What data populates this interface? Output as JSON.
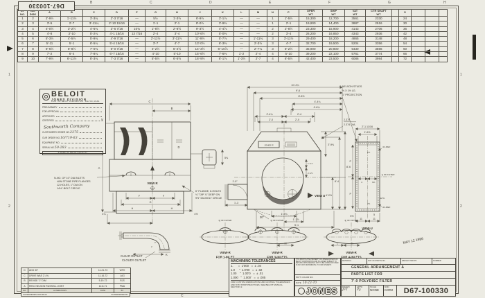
{
  "sheet": {
    "flipped_number": "D67-100330",
    "zones_top": [
      "A",
      "B",
      "C",
      "D",
      "E",
      "F",
      "G",
      "H"
    ],
    "zones_bottom": [
      "A",
      "B",
      "C",
      "D",
      "E",
      "F",
      "G",
      "H"
    ],
    "zones_left": [
      "1",
      "2"
    ],
    "zones_right": [
      "1",
      "2"
    ]
  },
  "table": {
    "headers": [
      "GP\nNO.",
      "NO.\nDISK",
      "A",
      "B",
      "C",
      "D",
      "F",
      "G",
      "H",
      "J",
      "K",
      "L",
      "M",
      "N",
      "P",
      "OPER\nWT",
      "SHIP\nWT",
      "VAT\nWT",
      "CTR SHAFT\nWT",
      "",
      "S",
      "",
      "",
      ""
    ],
    "rows": [
      [
        "1",
        "2",
        "2'-9½",
        "1'-11½",
        "3'-3¾",
        "2'-3 7/16",
        "—",
        "5½",
        "1'-3½",
        "6'-9½",
        "3'-1⅞",
        "—",
        "—",
        "1",
        "1'-5½",
        "15,300",
        "12,700",
        "3561",
        "2330",
        "",
        "24",
        "",
        "",
        ""
      ],
      [
        "2",
        "3",
        "3'-5",
        "2'-7",
        "3'-11¼",
        "2'-10 15/16",
        "—",
        "1'-1",
        "2'-1",
        "8'-0½",
        "3'-9⅜",
        "—",
        "—",
        "1",
        "2'-1",
        "19,900",
        "14,400",
        "3887",
        "2516",
        "",
        "30",
        "",
        "",
        ""
      ],
      [
        "3",
        "4",
        "4'-0½",
        "3'-2½",
        "4'-6¾",
        "3'-6 7/16",
        "10¾",
        "1'-8½",
        "2'-8½",
        "9'-3½",
        "4'-4⅞",
        "—",
        "—",
        "2",
        "2'-8½",
        "23,300",
        "15,900",
        "4143",
        "2706",
        "",
        "36",
        "",
        "",
        ""
      ],
      [
        "4",
        "5",
        "4'-8",
        "3'-10",
        "5'-2¼",
        "4'-1 15/16",
        "13 7/16",
        "2'-4",
        "3'-4",
        "10'-6½",
        "5'-0⅜",
        "—",
        "—",
        "2",
        "3'-4",
        "26,200",
        "16,850",
        "4343",
        "2936",
        "",
        "42",
        "",
        "",
        ""
      ],
      [
        "5",
        "6",
        "5'-3½",
        "4'-5½",
        "5'-9¾",
        "4'-9 7/16",
        "—",
        "2'-11½",
        "3'-11½",
        "11'-9½",
        "5'-7⅞",
        "—",
        "1'-11¾",
        "3",
        "3'-11½",
        "29,400",
        "18,200",
        "4865",
        "3148",
        "",
        "48",
        "",
        "",
        ""
      ],
      [
        "6",
        "7",
        "5'-11",
        "5'-1",
        "6'-5¼",
        "5'-4 15/16",
        "—",
        "3'-7",
        "4'-7",
        "13'-0½",
        "6'-3⅜",
        "—",
        "2'-3½",
        "3",
        "4'-7",
        "32,700",
        "19,500",
        "5204",
        "3356",
        "",
        "54",
        "",
        "",
        ""
      ],
      [
        "7",
        "8",
        "6'-6½",
        "5'-8½",
        "7'-0¾",
        "6'-0 7/16",
        "—",
        "4'-2½",
        "5'-2½",
        "14'-3½",
        "6'-10⅞",
        "—",
        "2'-7¼",
        "3",
        "5'-2½",
        "35,900",
        "20,800",
        "5430",
        "3566",
        "",
        "60",
        "",
        "",
        ""
      ],
      [
        "8",
        "9",
        "7'-2",
        "6'-4",
        "7'-8¼",
        "6'-7 15/16",
        "—",
        "4'-10",
        "5'-10",
        "15'-6½",
        "7'-6⅜",
        "1'-2",
        "2'-4",
        "4",
        "5'-10",
        "39,200",
        "22,100",
        "5761",
        "3774",
        "",
        "66",
        "",
        "",
        ""
      ],
      [
        "9",
        "10",
        "7'-9½",
        "6'-11½",
        "8'-3¾",
        "7'-3 7/16",
        "—",
        "5'-5½",
        "6'-5½",
        "16'-9½",
        "8'-1⅞",
        "1'-3½",
        "2'-7",
        "4",
        "6'-5½",
        "42,400",
        "23,500",
        "6086",
        "3984",
        "",
        "72",
        "",
        "",
        ""
      ]
    ]
  },
  "stamp": {
    "brand": "BELOIT",
    "division": "JONES DIVISION",
    "sub": "A UNIT OF BELOIT CORPORATION · DALTON, MASS.",
    "f1": "PRELIMINARY",
    "f2": "FOR APPROVAL",
    "f3": "APPROVED",
    "f4": "CERTIFIED",
    "f4_value": "X",
    "customer": "Southworth Company",
    "order_label": "CUSTOMER'S ORDER NO.",
    "order_value": "2375",
    "our_order_label": "OUR ORDER NO.",
    "our_order_value": "10/719-63",
    "equipment_label": "EQUIPMENT NO.",
    "equipment_value": "",
    "serial_label": "SERIAL NO.",
    "serial_value": "50-283",
    "banner": "A MARK OF BELOIT QUALITY"
  },
  "views": {
    "left": {
      "dim_a": "A",
      "dim_b": "B",
      "dim_c": "C",
      "dim_d": "D",
      "dim_f1": "F",
      "dim_f2": "F",
      "dim_g": "G",
      "dim_h1": "H",
      "dim_h2": "H",
      "dim_4q": "4¼",
      "dim_4h": "4½",
      "dim_5": "5¾",
      "view_label": "VIEW R"
    },
    "center": {
      "t1": "10'-2¼",
      "t2": "9'-6",
      "t3": "8'-8½",
      "t4": "4'-4¼",
      "t5": "4'-6¼",
      "t6": "2'-4¼",
      "t7": "2'-4",
      "t8": "2'-0",
      "t9": "2'-0",
      "dia1": "2.375",
      "dia2": "2.374 DIA.",
      "r1": "3'-9¾",
      "r2": "8'-6",
      "r3": "8'-4",
      "r4": "4'-2½",
      "r5": "1'-1⅞",
      "r6": "2'-1½",
      "l1": "1'-0\"",
      "l2": "1'-3",
      "ang": "30°",
      "b1": "1'-5¾",
      "b2": "1'-1⅞",
      "b3": "5'-1",
      "view_u": "VIEW U",
      "plate": "JONES ®"
    },
    "right": {
      "note1": "S-NELSON STUDS",
      "note2": "⅝ X 1½ LG.",
      "note3": "1\" PROJECTION",
      "w1": "2'-1 11/16",
      "w2": "1'-6½",
      "ref1": "4¼ REF",
      "ref2": "4¼ REF",
      "s1": "2½",
      "s2": "2½",
      "p1": "P",
      "p2": "P",
      "d4": "4",
      "d38": "3⅜",
      "etc": "ETC.",
      "d55": "5½",
      "d5": "5",
      "e1": "11",
      "e2": "11",
      "cl": "℄ OF FILTER",
      "label": "VIEW-U"
    },
    "bottom": {
      "clear": "CLEAR OUTLET",
      "cloudy": "CLOUDY OUTLET",
      "k": "K",
      "two_a": "2",
      "two_b": "2",
      "cl1": "℄ OF FILTER",
      "cl2": "℄ OF FILTER",
      "cl3": "℄ OF FILTER",
      "v1a": "VIEW-R",
      "v1b": "FOR 1-INLET",
      "v2a": "VIEW-R",
      "v2b": "FOR 3-INLETS",
      "v3a": "VIEW-R",
      "v3b": "FOR 4-INLETS",
      "m1": "M",
      "l1": "L",
      "m2": "M"
    }
  },
  "notes": {
    "inlet": [
      "N-NO. OF 10\" DIA INLETS",
      "VAN STONE PIPE FLANGES",
      "12-HOLES, 1\" DIA ON",
      "14½\"-BOLT CIRCLE"
    ],
    "flange": [
      "6\" FLANGE, 8-HOLES",
      "¾\" TAP ⅞\" DEEP ON",
      "9½\" DIA BOLT CIRCLE"
    ]
  },
  "tolerances": {
    "title": "MACHINING TOLERANCES",
    "rows": [
      "1.      =  1'000   =  ± .04",
      "1.0     \"  1.0'00   =  ± .02",
      "1.00    \"  1.00'0   =  ± .01",
      "1.000   \"  1.000'   =  ± .005"
    ],
    "note": "FOR CUSTOM FABRICATION AND CASTING TOLERANCES AND STD SHOP PRACTICES, SEE BELOIT MANUAL SECTION 2."
  },
  "title_block": {
    "material": "MATERIAL",
    "not_on": "NOT ON PARTS NO.",
    "weight": "WEIGHT PER PC.",
    "number": "NUMBER",
    "patt": "PATT. COLOR NO.",
    "date_label": "DATE",
    "date": "10-23-70",
    "line1": "GENERAL ARRANGEMENT &",
    "line2": "PARTS LIST FOR",
    "line3": "7'-0 POLYDISC FILTER",
    "drawn_label": "DRAWN",
    "drawn": "JFT",
    "appd_label": "APP'D",
    "appd": "Py",
    "scale_label": "SCALE",
    "scale": "NONE",
    "mod_label": "MOD",
    "mod": "KOR2",
    "number_value": "D67-100330",
    "property_note": "THIS PRINT IS THE PROPERTY OF JONES DIVISION OF BELOIT CORPORATION AND IS LOANED SUBJECT TO RETURN UPON DEMAND. NOT TO BE COPIED OR USED IN ANY WAY DETRIMENTAL TO OUR INTEREST.",
    "logo": "JONES"
  },
  "revisions": {
    "header": [
      "NO.",
      "ALTERATIONS",
      "DATE",
      "BY"
    ],
    "rows": [
      [
        "D",
        "ADD 30\"",
        "11-21-73",
        "WFH"
      ],
      [
        "C",
        "DRIVE WAS 2'-4¾",
        "11-16-72",
        "LAG"
      ],
      [
        "B",
        "REVISE \"J\" DIM",
        "5-19-72",
        "RJS"
      ],
      [
        "A",
        "REM. NELSON RUSSELL JOINT",
        "12-8-71",
        "PMA"
      ]
    ],
    "supersedes": "SUPERSEDES D63-66110",
    "superseded_by": "SUPERSEDED BY"
  },
  "misc": {
    "date_stamp": "MAY 12 1986"
  }
}
